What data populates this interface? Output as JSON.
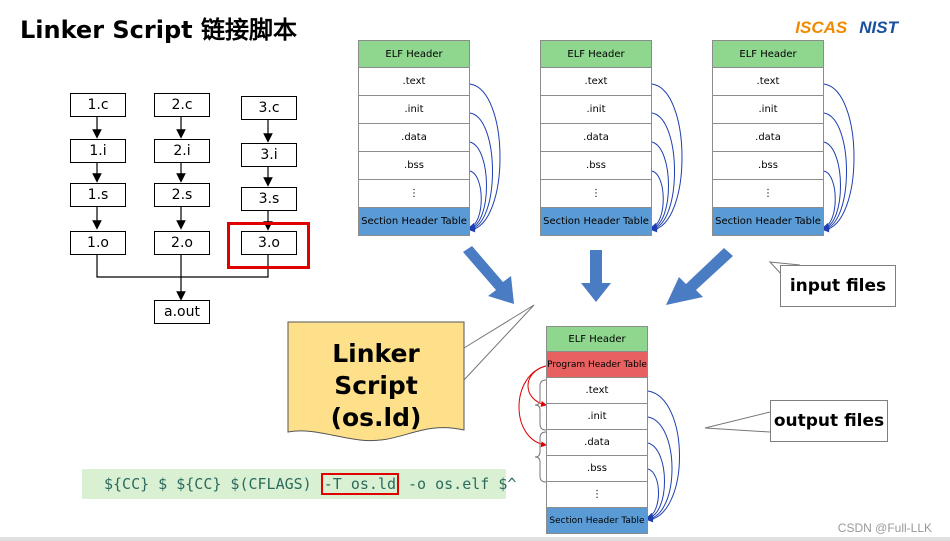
{
  "title": "Linker Script 链接脚本",
  "logo": {
    "left": "ISCAS",
    "right": "NIST"
  },
  "compile_flow": {
    "col1": [
      "1.c",
      "1.i",
      "1.s",
      "1.o"
    ],
    "col2": [
      "2.c",
      "2.i",
      "2.s",
      "2.o"
    ],
    "col3": [
      "3.c",
      "3.i",
      "3.s",
      "3.o"
    ],
    "output": "a.out"
  },
  "input_elf": [
    "ELF Header",
    ".text",
    ".init",
    ".data",
    ".bss",
    "⋮",
    "Section Header Table"
  ],
  "output_elf": [
    "ELF Header",
    "Program Header Table",
    ".text",
    ".init",
    ".data",
    ".bss",
    "⋮",
    "Section Header Table"
  ],
  "callouts": {
    "input": "input files",
    "output": "output files"
  },
  "linker_script": {
    "line1": "Linker Script",
    "line2": "(os.ld)"
  },
  "command": {
    "before": "${CC} $ ${CC} $(CFLAGS) ",
    "highlight": "-T os.ld",
    "after": " -o os.elf $^"
  },
  "watermark": "CSDN @Full-LLK",
  "colors": {
    "header_green": "#8fd68f",
    "section_table_blue": "#5b9bd5",
    "program_header_red": "#e86060",
    "arrow_blue": "#4a7cc4",
    "highlight_red": "#e00000"
  }
}
